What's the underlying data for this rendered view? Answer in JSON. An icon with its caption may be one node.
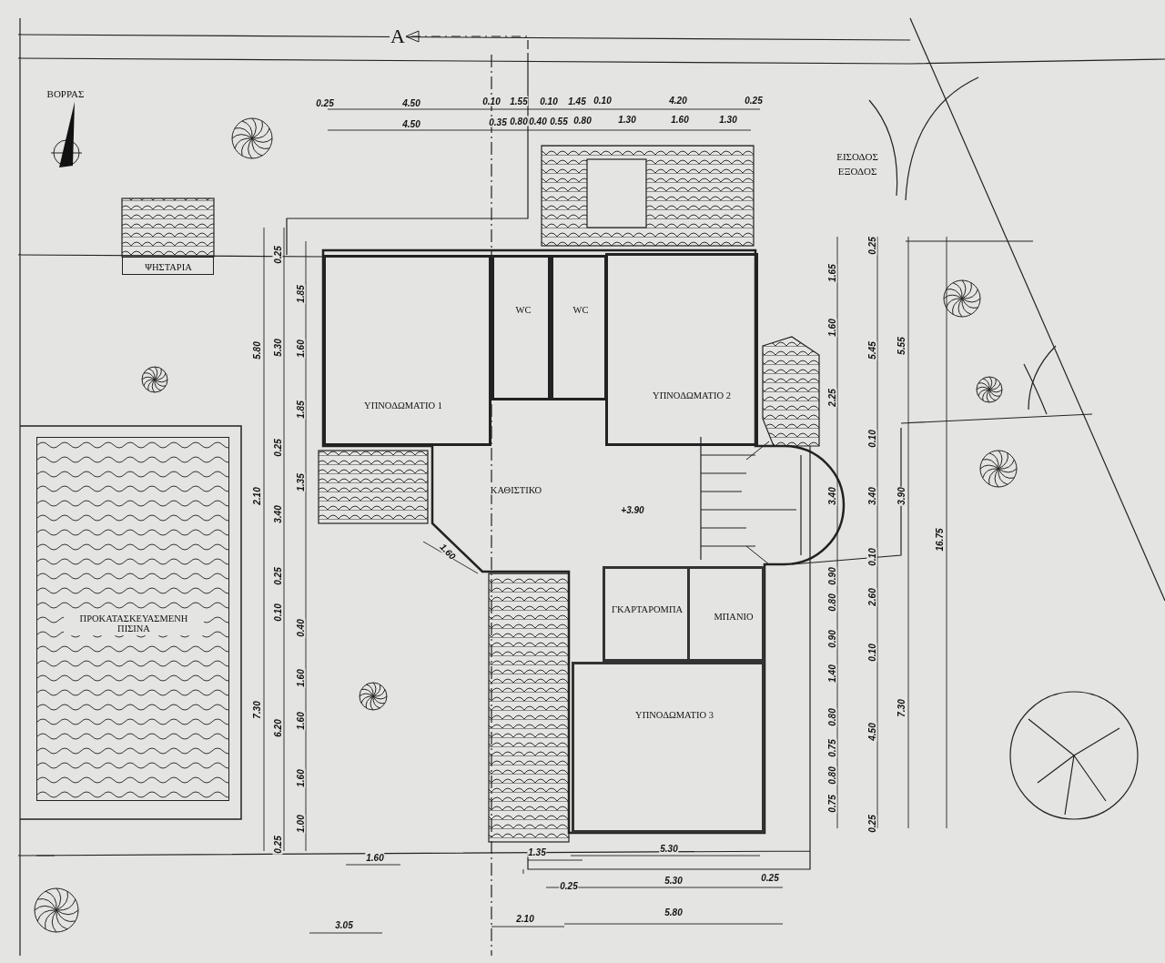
{
  "diagram": {
    "nodes": [
      {
        "text": [
          "ΨΗΣΤΑΡΙΑ"
        ]
      },
      {
        "text": [
          "ΥΠΝΟΔΩΜΑΤΙΟ 1"
        ]
      },
      {
        "text": [
          "WC"
        ]
      },
      {
        "text": [
          "WC"
        ]
      },
      {
        "text": [
          "ΥΠΝΟΔΩΜΑΤΙΟ 2"
        ]
      },
      {
        "text": [
          "ΚΑΘΙΣΤΙΚΟ"
        ]
      },
      {
        "text": [
          "ΠΡΟΚΑΤΑΣΚΕΥΑΣΜΕΝΗ ΠΙΣΙΝΑ"
        ]
      },
      {
        "text": [
          "ΓΚΑΡΤΑΡΟΜΠΑ"
        ]
      },
      {
        "text": [
          "ΜΠΑΝΙΟ"
        ]
      },
      {
        "text": [
          "ΥΠΝΟΔΩΜΑΤΙΟ 3"
        ]
      }
    ],
    "edges": [],
    "labels": [
      "A",
      "ΒΟΡΡΑΣ",
      "0.25",
      "4.50",
      "0.10",
      "1.55",
      "0.10",
      "1.45",
      "0.10",
      "4.20",
      "0.25",
      "4.50",
      "0.35",
      "0.80",
      "0.40",
      "0.55",
      "0.80",
      "1.30",
      "1.60",
      "1.30",
      "ΕΙΣΟΔΟΣ",
      "ΕΞΟΔΟΣ",
      "1.65",
      "1.60",
      "2.25",
      "3.40",
      "0.90",
      "0.80",
      "0.90",
      "1.40",
      "0.80",
      "0.75",
      "0.80",
      "0.75",
      "0.25",
      "5.45",
      "0.10",
      "3.40",
      "0.10",
      "2.60",
      "0.10",
      "4.50",
      "0.25",
      "5.55",
      "3.90",
      "7.30",
      "16.75",
      "+3.90",
      "5.80",
      "2.10",
      "7.30",
      "0.25",
      "5.30",
      "0.25",
      "3.40",
      "0.25",
      "0.10",
      "6.20",
      "0.25",
      "1.85",
      "1.60",
      "1.85",
      "1.35",
      "0.40",
      "1.60",
      "1.60",
      "1.60",
      "1.00",
      "1.60",
      "1.60",
      "1.35",
      "5.30",
      "0.25",
      "5.30",
      "0.25",
      "3.05",
      "2.10",
      "5.80"
    ]
  }
}
